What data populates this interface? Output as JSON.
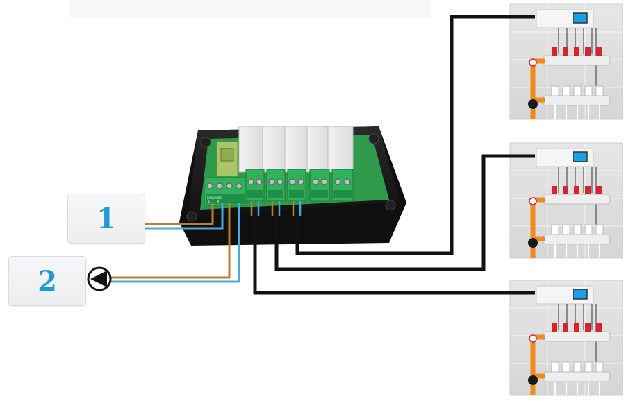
{
  "labels": {
    "input_1": "1",
    "input_2": "2"
  },
  "module": {
    "terminal_text": "ZASILANIE",
    "terminal_l": "L",
    "terminal_n": "N"
  },
  "colors": {
    "wire_brown": "#b8802a",
    "wire_blue": "#4aa8de",
    "wire_black": "#111111",
    "label_number": "#1d9ad6",
    "terminal_green": "#2fb25a",
    "pcb_green": "#2e9a4a",
    "pipe_orange": "#f08a1c",
    "valve_red": "#d0262f",
    "display_blue": "#1aa0e6"
  },
  "icons": {
    "pump": "pump-icon",
    "manifold": "heating-manifold-icon"
  }
}
